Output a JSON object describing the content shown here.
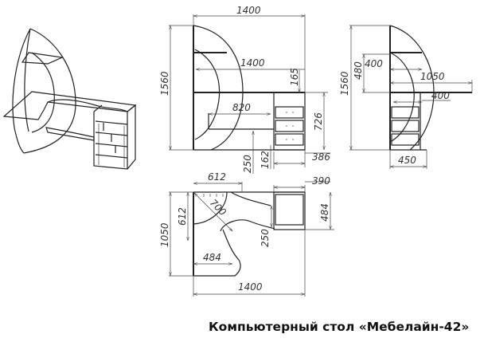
{
  "title": "Компьютерный стол «Мебелайн-42»",
  "views": {
    "isometric": {
      "label": "isometric-view"
    },
    "front": {
      "dimensions": {
        "overall_width": "1400",
        "desk_width": "1400",
        "overall_height": "1560",
        "top_shelf_offset": "165",
        "pedestal_height": "726",
        "shelf_width": "820",
        "leg_clearance": "250",
        "drawer_bottom": "162",
        "pedestal_width": "386"
      }
    },
    "side": {
      "dimensions": {
        "overall_height": "1560",
        "upper_height": "480",
        "shelf_depth": "400",
        "desk_depth": "1050",
        "lower_shelf_depth": "400",
        "base_depth": "450"
      }
    },
    "top": {
      "dimensions": {
        "corner_width": "612",
        "pedestal_width": "390",
        "depth": "1050",
        "corner_depth": "612",
        "diagonal": "700",
        "pedestal_depth": "484",
        "cutout_radius": "250",
        "inner_width": "484",
        "overall_width": "1400"
      }
    }
  },
  "colors": {
    "line": "#222222",
    "dimension": "#444444",
    "background": "#ffffff"
  }
}
